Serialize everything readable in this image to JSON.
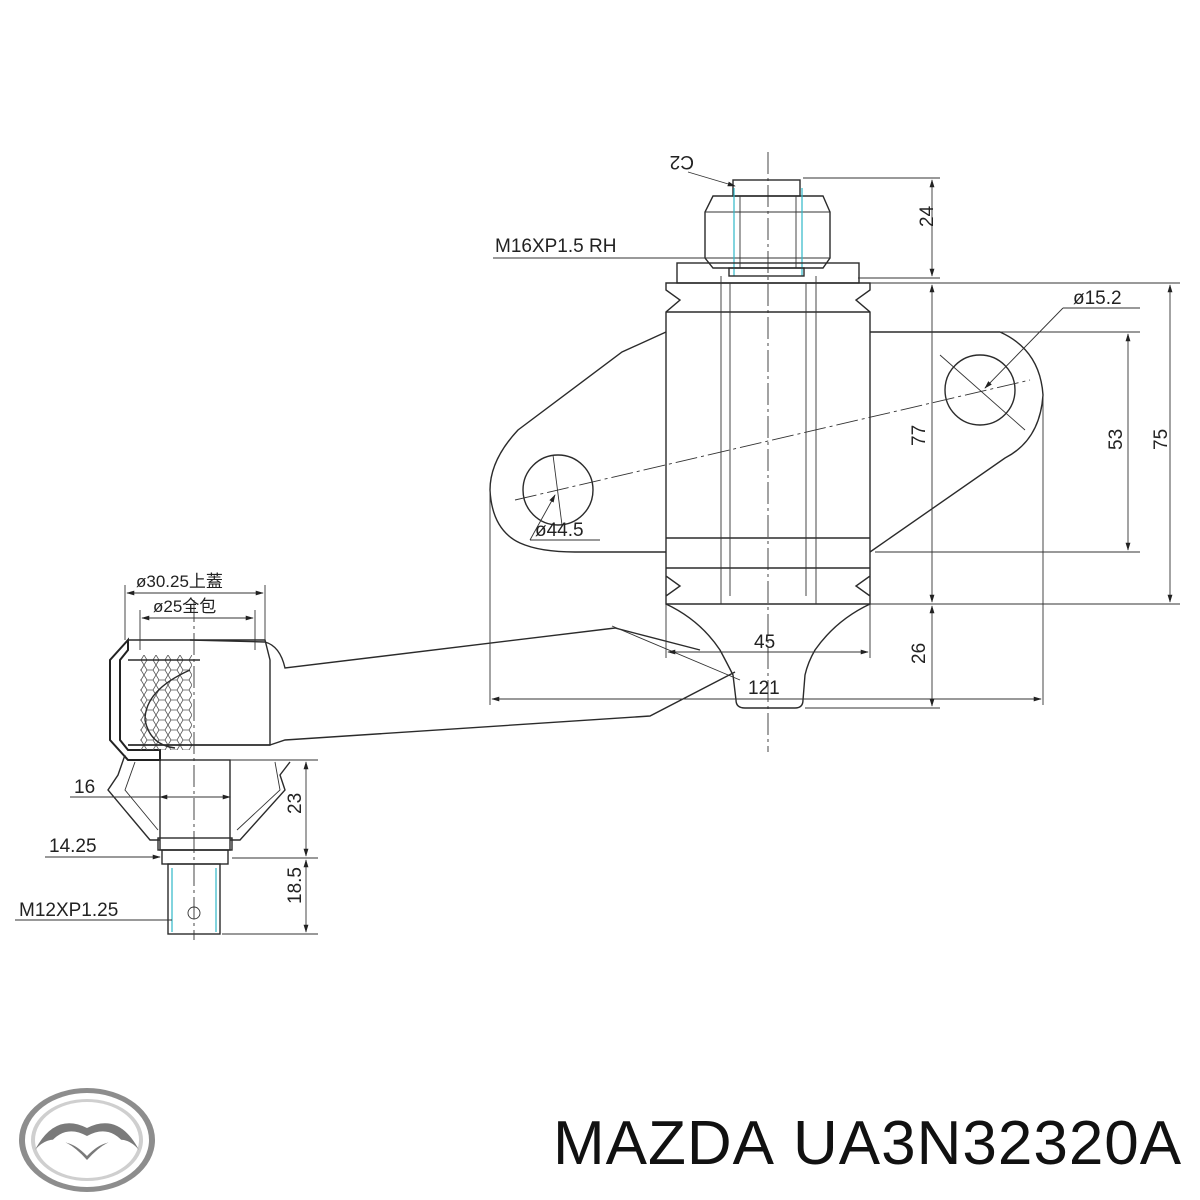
{
  "drawing": {
    "labels": {
      "c2": "C2",
      "thread_top": "M16XP1.5  RH",
      "nut_height": "24",
      "hole_dia": "ø15.2",
      "height_77": "77",
      "height_53": "53",
      "height_75": "75",
      "boss_dia": "ø44.5",
      "width_45": "45",
      "width_121": "121",
      "height_26": "26",
      "cap_dia": "ø30.25上蓋",
      "inner_dia": "ø25全包",
      "width_16": "16",
      "height_23": "23",
      "width_14_25": "14.25",
      "height_18_5": "18.5",
      "thread_bottom": "M12XP1.25"
    }
  },
  "footer": {
    "brand": "MAZDA",
    "part_number": "UA3N32320A",
    "logo_icon": "mazda-logo-icon"
  }
}
